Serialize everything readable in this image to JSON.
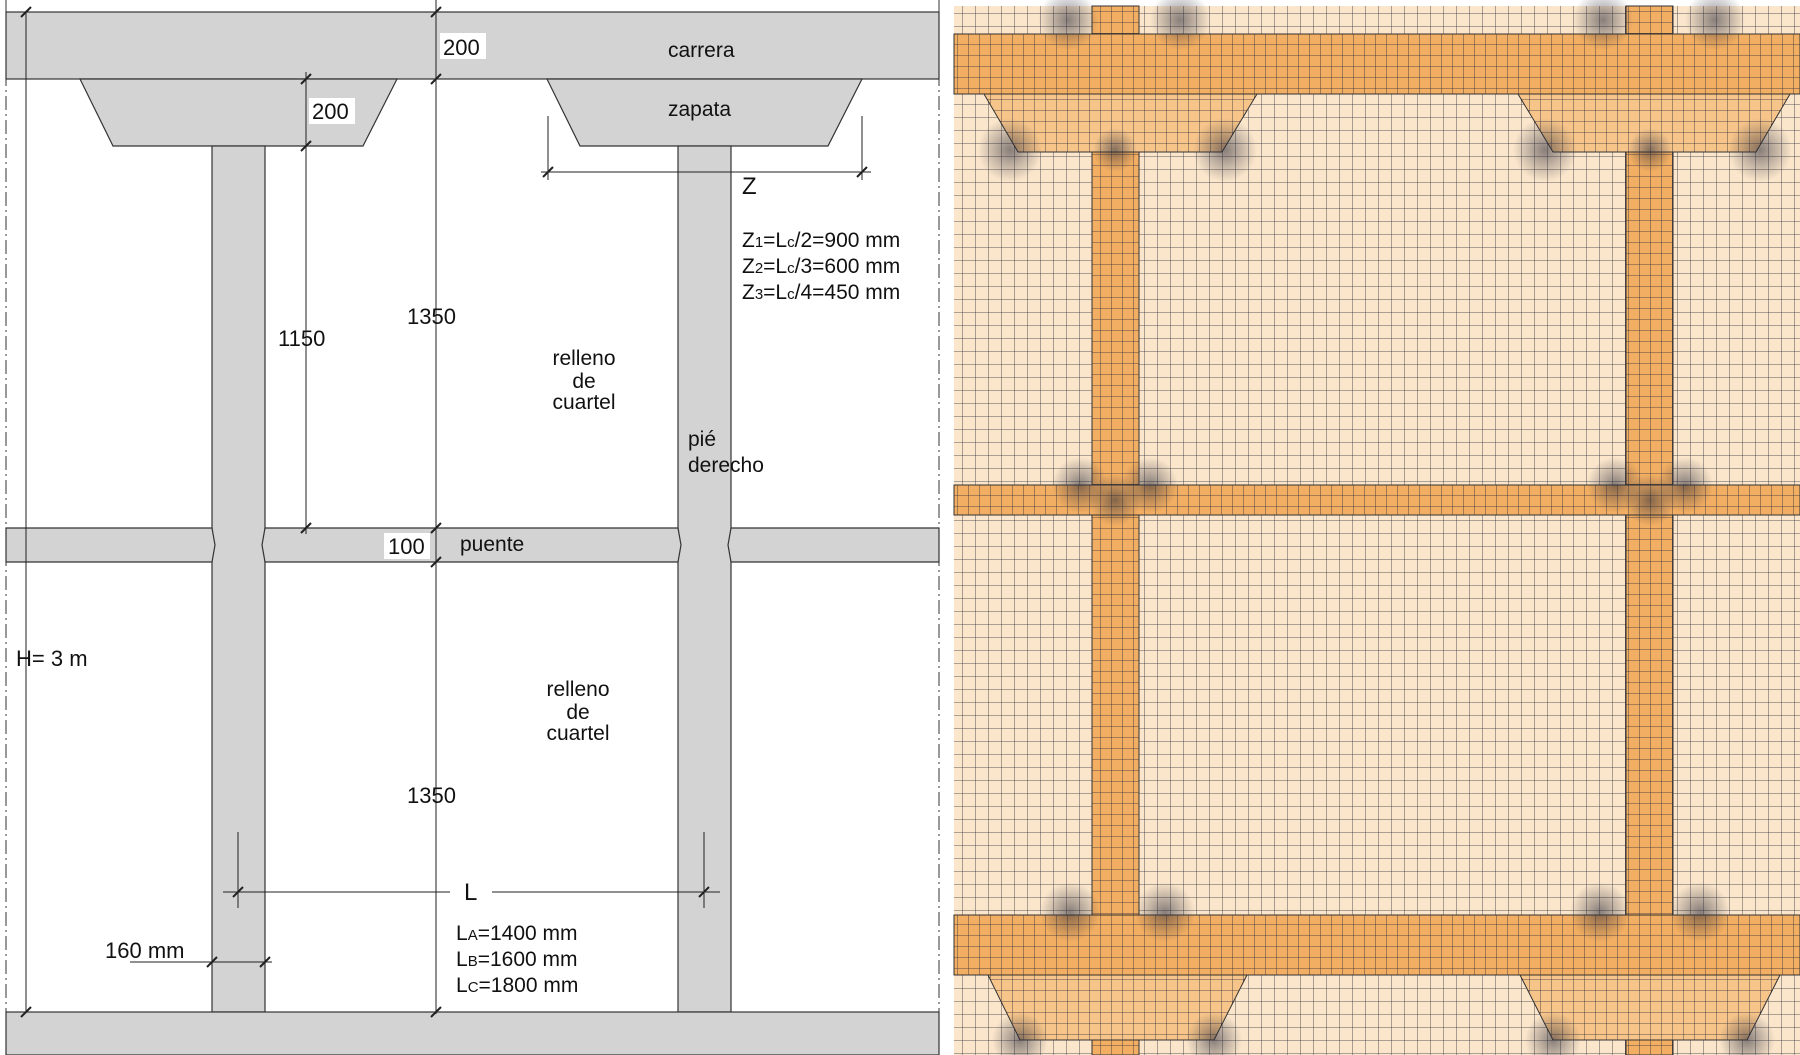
{
  "drawing": {
    "labels": {
      "carrera": "carrera",
      "zapata": "zapata",
      "puente": "puente",
      "relleno_upper": [
        "relleno",
        "de",
        "cuartel"
      ],
      "relleno_lower": [
        "relleno",
        "de",
        "cuartel"
      ],
      "pie_derecho": [
        "pié",
        "derecho"
      ]
    },
    "dimensions": {
      "carrera_height": "200",
      "zapata_height": "200",
      "upper_post_left": "1150",
      "upper_post_center": "1350",
      "puente_height": "100",
      "lower_post_center": "1350",
      "total_height": "H= 3 m",
      "post_width": "160 mm",
      "z_symbol": "Z",
      "l_symbol": "L"
    },
    "z_values": [
      {
        "main": "Z",
        "sub": "1",
        "rest": "=L",
        "rest_sub": "c",
        "tail": "/2=900 mm"
      },
      {
        "main": "Z",
        "sub": "2",
        "rest": "=L",
        "rest_sub": "c",
        "tail": "/3=600 mm"
      },
      {
        "main": "Z",
        "sub": "3",
        "rest": "=L",
        "rest_sub": "c",
        "tail": "/4=450 mm"
      }
    ],
    "l_values": [
      {
        "main": "L",
        "sub": "A",
        "tail": "=1400 mm"
      },
      {
        "main": "L",
        "sub": "B",
        "tail": "=1600 mm"
      },
      {
        "main": "L",
        "sub": "C",
        "tail": "=1800 mm"
      }
    ]
  },
  "mesh": {
    "colors": {
      "timber": "#f2ae62",
      "timber_light": "#f7c58a",
      "infill": "#fbe6cb",
      "mesh_line": "#2a2a38",
      "grey_member": "#d3d3d3",
      "outline": "#333333"
    }
  }
}
